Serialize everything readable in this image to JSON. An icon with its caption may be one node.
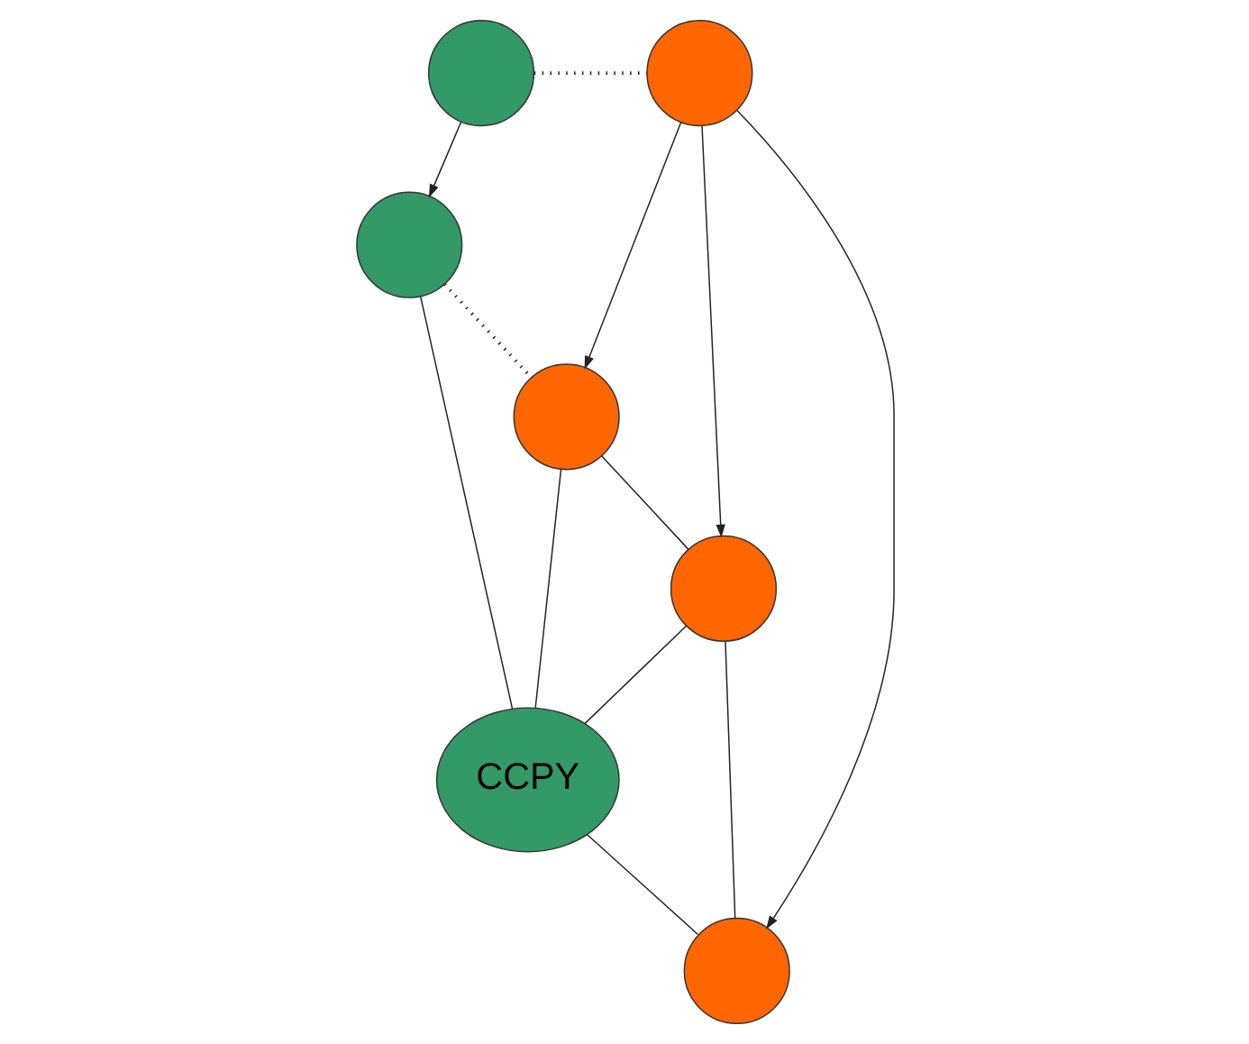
{
  "diagram": {
    "nodes": [
      {
        "text": [],
        "shape": "circle"
      },
      {
        "text": [],
        "shape": "circle"
      },
      {
        "text": [],
        "shape": "circle"
      },
      {
        "text": [],
        "shape": "circle"
      },
      {
        "text": [],
        "shape": "circle"
      },
      {
        "text": [
          "CCPY"
        ]
      },
      {
        "text": [],
        "shape": "circle"
      }
    ],
    "edges": [
      {
        "from": 0,
        "to": 1,
        "arrow": "none",
        "style": "dashed"
      },
      {
        "from": 0,
        "to": 4,
        "arrow": "to"
      },
      {
        "from": 1,
        "to": 2,
        "arrow": "to"
      },
      {
        "from": 1,
        "to": 3,
        "arrow": "to"
      },
      {
        "from": 1,
        "to": 6,
        "arrow": "to"
      },
      {
        "from": 4,
        "to": 2,
        "arrow": "none",
        "style": "dashed"
      },
      {
        "from": 2,
        "to": 3,
        "arrow": "none"
      },
      {
        "from": 2,
        "to": 5,
        "arrow": "none"
      },
      {
        "from": 4,
        "to": 5,
        "arrow": "none"
      },
      {
        "from": 3,
        "to": 5,
        "arrow": "none"
      },
      {
        "from": 3,
        "to": 6,
        "arrow": "none"
      },
      {
        "from": 5,
        "to": 6,
        "arrow": "none"
      }
    ]
  }
}
